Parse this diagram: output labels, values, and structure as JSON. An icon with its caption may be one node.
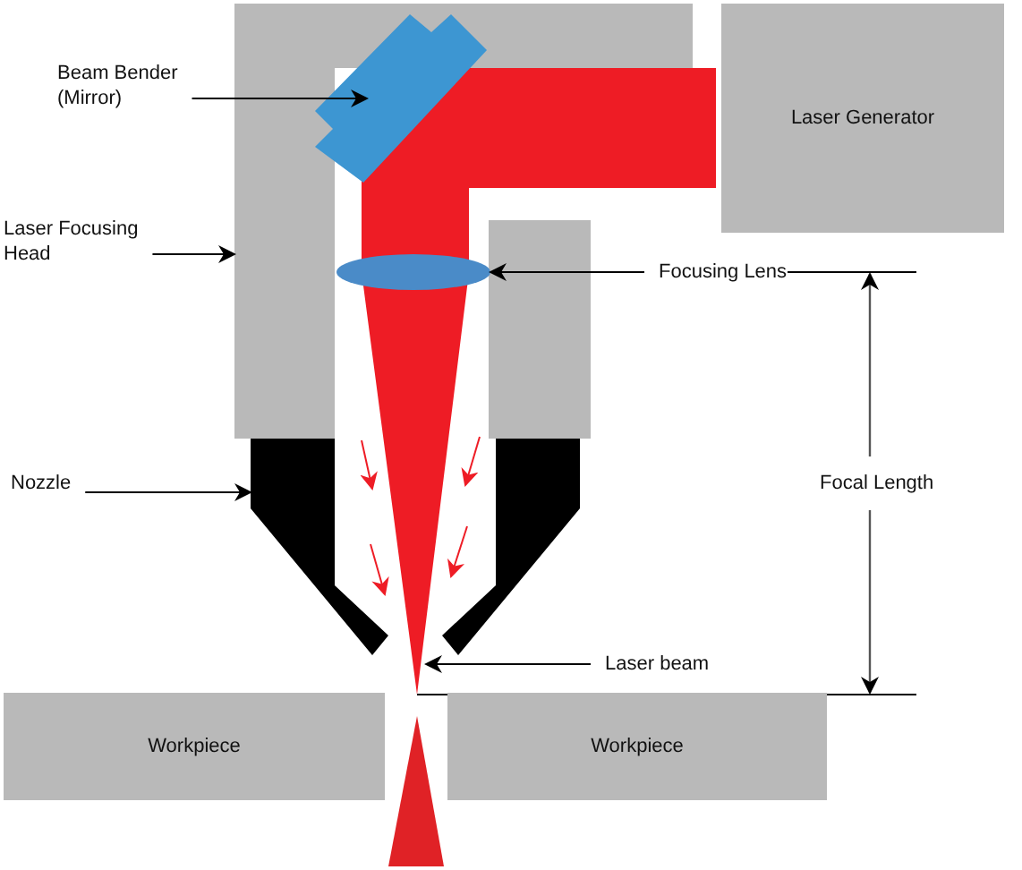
{
  "diagram": {
    "nodes": [
      {
        "text": [
          "Beam Bender (Mirror)"
        ]
      },
      {
        "text": [],
        "shape": "box"
      },
      {
        "text": [
          "Laser Focusing Head"
        ]
      },
      {
        "text": [],
        "shape": "box"
      },
      {
        "text": [
          "Laser Generator"
        ]
      },
      {
        "text": [
          "Focusing Lens"
        ]
      },
      {
        "text": [],
        "shape": "ellipse"
      },
      {
        "text": [
          "Nozzle"
        ]
      },
      {
        "text": [],
        "shape": "box"
      },
      {
        "text": [
          "Laser beam"
        ]
      },
      {
        "text": [],
        "shape": "triangle"
      },
      {
        "text": [
          "Workpiece"
        ]
      },
      {
        "text": [
          "Workpiece"
        ]
      }
    ],
    "edges": [
      {
        "from": 0,
        "to": 1,
        "arrow": "to"
      },
      {
        "from": 2,
        "to": 3,
        "arrow": "to"
      },
      {
        "from": 5,
        "to": 6,
        "arrow": "to"
      },
      {
        "from": 7,
        "to": 8,
        "arrow": "to"
      },
      {
        "from": 9,
        "to": 10,
        "arrow": "to"
      }
    ],
    "labels": [
      "Focal Length"
    ]
  }
}
